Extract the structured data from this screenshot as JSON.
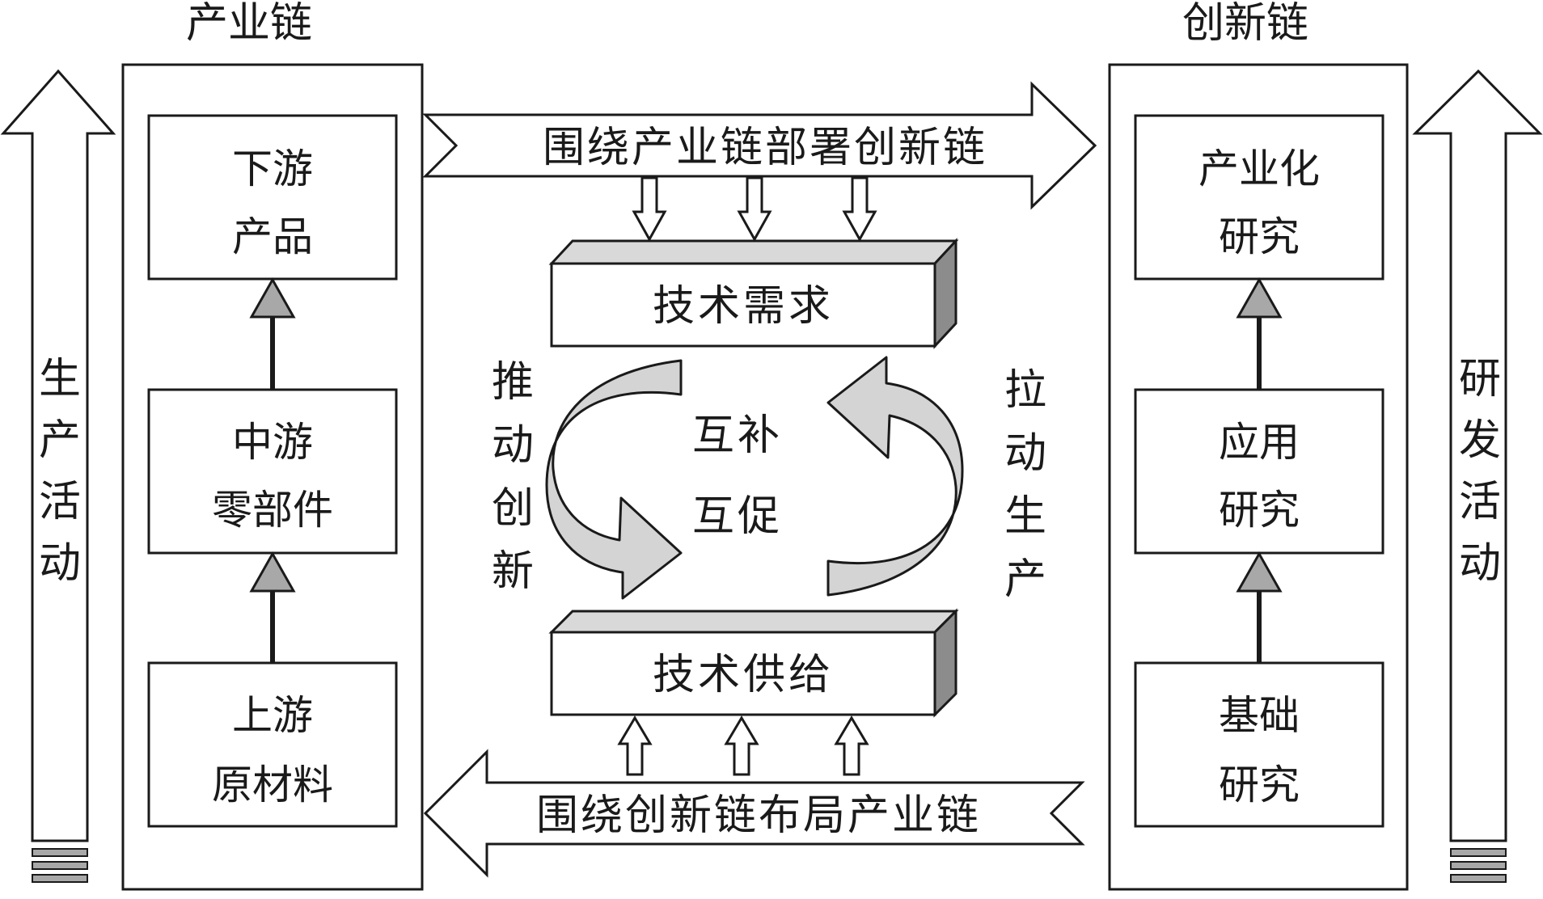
{
  "industry_chain": {
    "title": "产业链",
    "side_label": "生产活动",
    "stages": [
      [
        "下游",
        "产品"
      ],
      [
        "中游",
        "零部件"
      ],
      [
        "上游",
        "原材料"
      ]
    ]
  },
  "innovation_chain": {
    "title": "创新链",
    "side_label": "研发活动",
    "stages": [
      [
        "产业化",
        "研究"
      ],
      [
        "应用",
        "研究"
      ],
      [
        "基础",
        "研究"
      ]
    ]
  },
  "top_arrow_label": "围绕产业链部署创新链",
  "bottom_arrow_label": "围绕创新链布局产业链",
  "tech_demand": "技术需求",
  "tech_supply": "技术供给",
  "push_label": "推动创新",
  "pull_label": "拉动生产",
  "center_label": [
    "互补",
    "互促"
  ],
  "colors": {
    "stroke": "#1a1a1a",
    "fill_white": "#ffffff",
    "arrowhead_gray": "#a8a8a8",
    "curved_arrow_fill": "#d4d4d4",
    "box_top_face": "#d9d9d9",
    "box_side_face": "#8c8c8c"
  }
}
